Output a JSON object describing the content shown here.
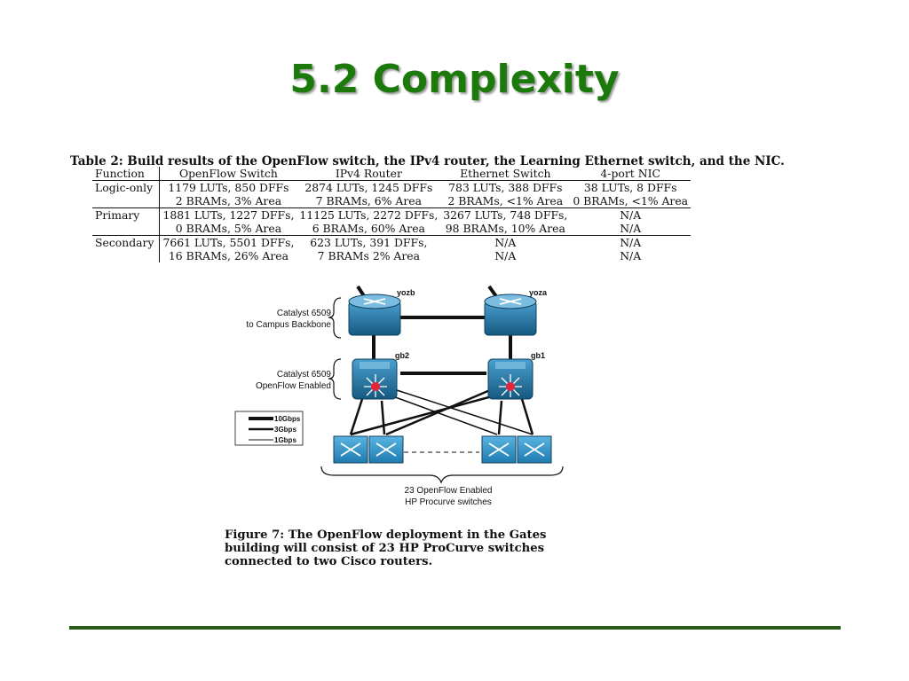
{
  "slide": {
    "title": "5.2 Complexity"
  },
  "table": {
    "caption": "Table 2: Build results of the OpenFlow switch, the IPv4 router, the Learning Ethernet switch, and the NIC.",
    "headers": [
      "Function",
      "OpenFlow Switch",
      "IPv4 Router",
      "Ethernet Switch",
      "4-port NIC"
    ],
    "rows": [
      [
        "Logic-only",
        "1179 LUTs, 850 DFFs",
        "2874 LUTs, 1245 DFFs",
        "783 LUTs, 388 DFFs",
        "38 LUTs, 8 DFFs"
      ],
      [
        "",
        "2 BRAMs, 3% Area",
        "7 BRAMs, 6% Area",
        "2 BRAMs, <1% Area",
        "0 BRAMs, <1% Area"
      ],
      [
        "Primary",
        "1881 LUTs, 1227 DFFs,",
        "11125 LUTs, 2272 DFFs,",
        "3267 LUTs, 748 DFFs,",
        "N/A"
      ],
      [
        "",
        "0 BRAMs, 5% Area",
        "6 BRAMs, 60% Area",
        "98 BRAMs, 10% Area",
        "N/A"
      ],
      [
        "Secondary",
        "7661 LUTs, 5501 DFFs,",
        "623 LUTs, 391 DFFs,",
        "N/A",
        "N/A"
      ],
      [
        "",
        "16 BRAMs, 26% Area",
        "7 BRAMs 2% Area",
        "N/A",
        "N/A"
      ]
    ]
  },
  "diagram": {
    "router_top_left_label": "yozb",
    "router_top_right_label": "yoza",
    "router_mid_left_label": "gb2",
    "router_mid_right_label": "gb1",
    "group_top_label_line1": "Catalyst 6509",
    "group_top_label_line2": "to Campus Backbone",
    "group_mid_label_line1": "Catalyst 6509",
    "group_mid_label_line2": "OpenFlow Enabled",
    "legend": [
      "10Gbps",
      "3Gbps",
      "1Gbps"
    ],
    "switches_label_line1": "23 OpenFlow Enabled",
    "switches_label_line2": "HP Procurve switches",
    "router_color": "#1f6f9f",
    "switch_color": "#2a8fc4",
    "center_dot_color": "#e0283c"
  },
  "figure": {
    "caption_line1": "Figure 7:  The OpenFlow deployment in the Gates",
    "caption_line2": "building will consist of 23 HP ProCurve switches",
    "caption_line3": "connected to two Cisco routers."
  }
}
